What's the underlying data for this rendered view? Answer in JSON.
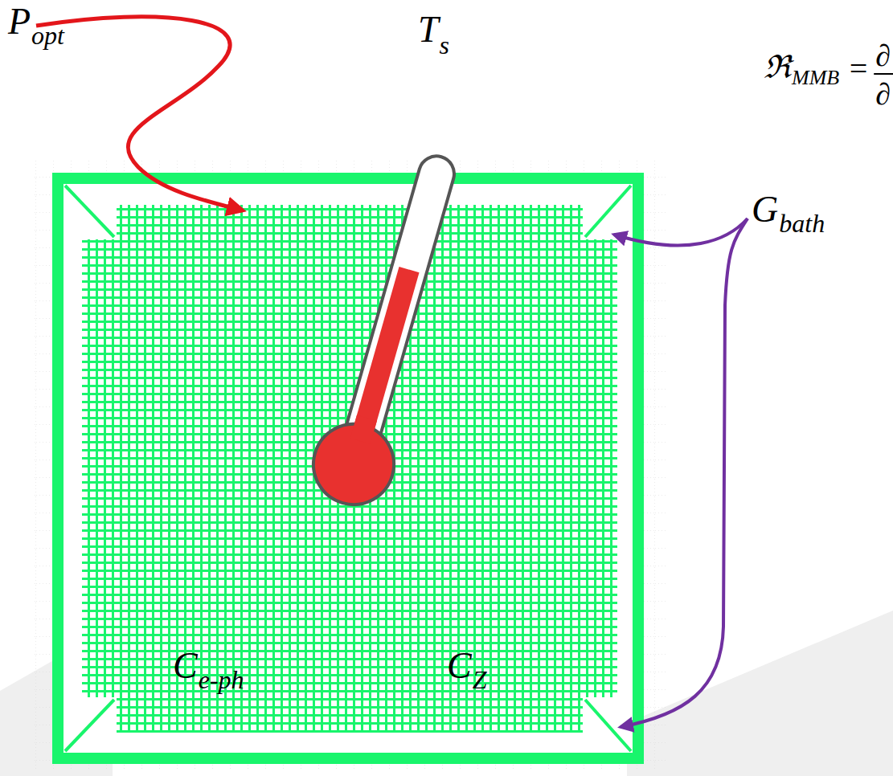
{
  "diagram": {
    "labels": [
      "P",
      "opt",
      "ℜ",
      "MMB",
      "=",
      "∂",
      "∂",
      "T",
      "s",
      "G",
      "bath",
      "C",
      "e-ph",
      "C",
      "Z"
    ]
  }
}
